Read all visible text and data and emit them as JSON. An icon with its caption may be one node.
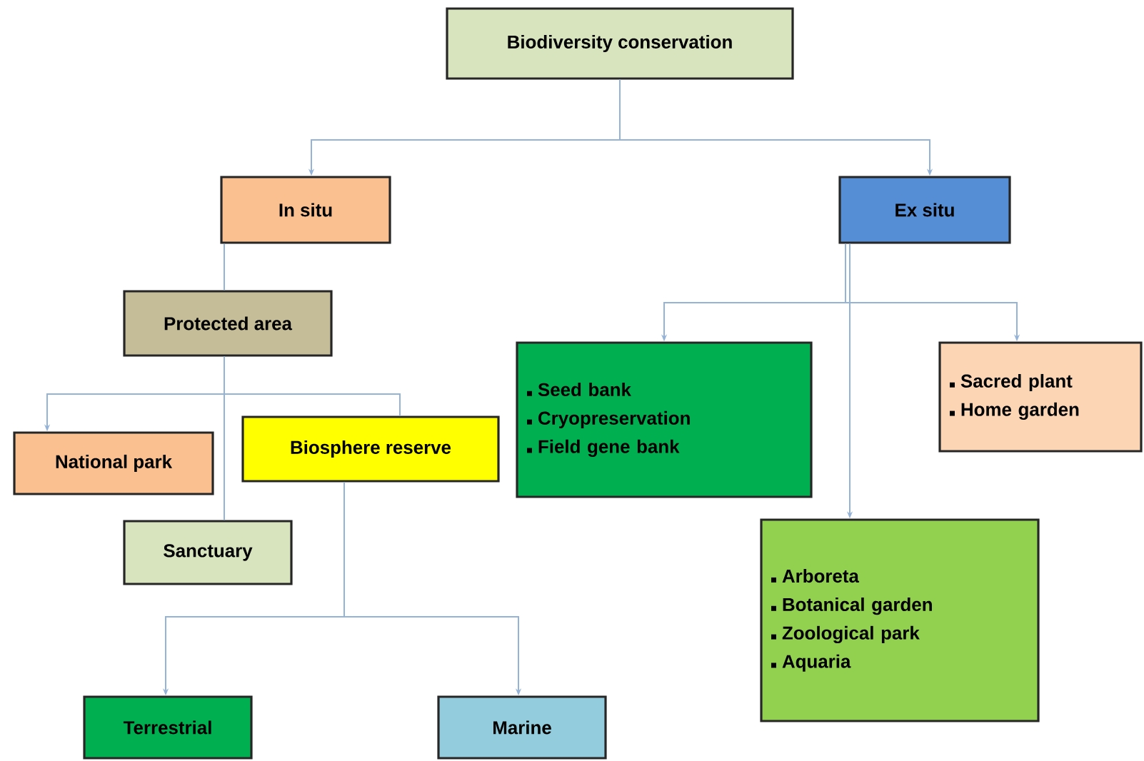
{
  "diagram": {
    "nodes": [
      {
        "text": [
          "Biodiversity conservation"
        ]
      },
      {
        "text": [
          "In situ"
        ]
      },
      {
        "text": [
          "Ex situ"
        ]
      },
      {
        "text": [
          "Protected area"
        ]
      },
      {
        "text": [
          "National park"
        ]
      },
      {
        "text": [
          "Biosphere reserve"
        ]
      },
      {
        "text": [
          "Sanctuary"
        ]
      },
      {
        "text": [
          "Seed bank",
          "Cryopreservation",
          "Field gene bank"
        ]
      },
      {
        "text": [
          "Sacred plant",
          "Home garden"
        ]
      },
      {
        "text": [
          "Arboreta",
          "Botanical garden",
          "Zoological park",
          "Aquaria"
        ]
      },
      {
        "text": [
          "Terrestrial"
        ]
      },
      {
        "text": [
          "Marine"
        ]
      }
    ],
    "edges": [
      {
        "from": 0,
        "to": 1,
        "arrow": "to"
      },
      {
        "from": 0,
        "to": 2,
        "arrow": "to"
      },
      {
        "from": 1,
        "to": 3,
        "arrow": "none"
      },
      {
        "from": 3,
        "to": 4,
        "arrow": "to"
      },
      {
        "from": 3,
        "to": 6,
        "arrow": "none"
      },
      {
        "from": 3,
        "to": 5,
        "arrow": "none"
      },
      {
        "from": 2,
        "to": 7,
        "arrow": "to"
      },
      {
        "from": 2,
        "to": 8,
        "arrow": "to"
      },
      {
        "from": 2,
        "to": 9,
        "arrow": "to"
      },
      {
        "from": 5,
        "to": 10,
        "arrow": "to"
      },
      {
        "from": 5,
        "to": 11,
        "arrow": "to"
      }
    ]
  }
}
